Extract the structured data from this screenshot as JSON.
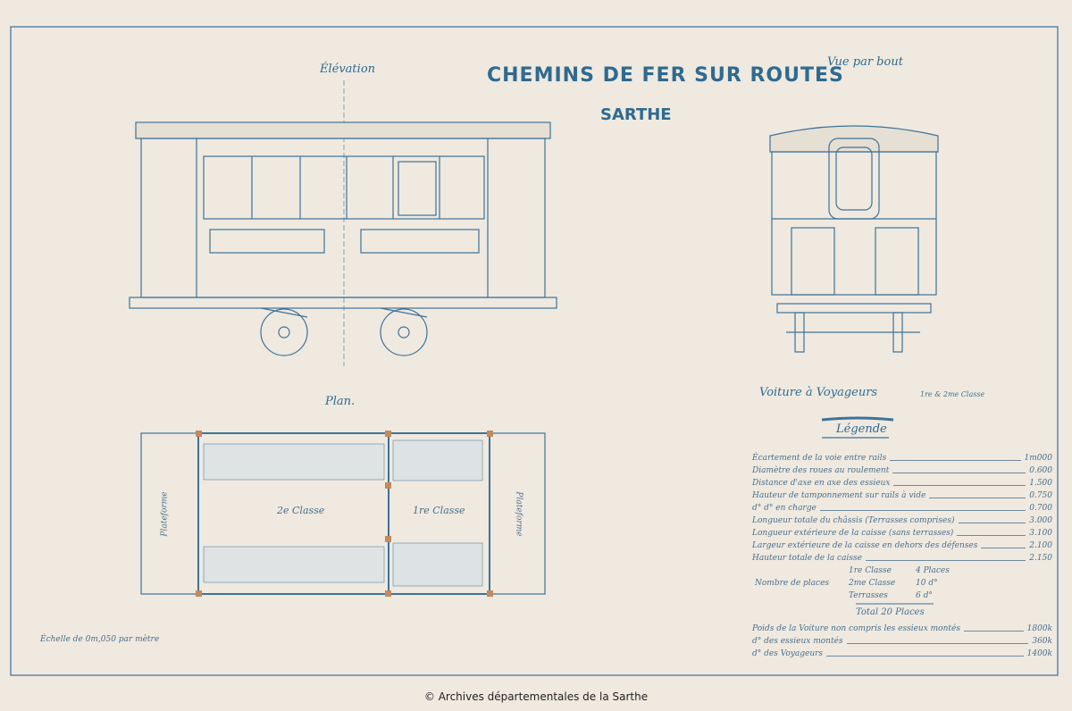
{
  "title": "CHEMINS DE FER SUR ROUTES",
  "subtitle": "SARTHE",
  "views": {
    "elevation": "Élévation",
    "end_view": "Vue par bout",
    "plan": "Plan."
  },
  "plan_labels": {
    "second_class": "2e Classe",
    "first_class": "1re Classe",
    "platform_left": "Plateforme",
    "platform_right": "Plateforme"
  },
  "scale_note": "Échelle de 0m,050 par mètre",
  "legend": {
    "car_title": "Voiture à Voyageurs",
    "car_class": "1re & 2me Classe",
    "heading": "Légende",
    "rows": [
      {
        "label": "Écartement de la voie entre rails",
        "value": "1m000"
      },
      {
        "label": "Diamètre des roues au roulement",
        "value": "0.600"
      },
      {
        "label": "Distance d'axe en axe des essieux",
        "value": "1.500"
      },
      {
        "label": "Hauteur de tamponnement sur rails à vide",
        "value": "0.750"
      },
      {
        "label": "d° d° en charge",
        "value": "0.700"
      },
      {
        "label": "Longueur totale du châssis (Terrasses comprises)",
        "value": "3.000"
      },
      {
        "label": "Longueur extérieure de la caisse (sans terrasses)",
        "value": "3.100"
      },
      {
        "label": "Largeur extérieure de la caisse en dehors des défenses",
        "value": "2.100"
      },
      {
        "label": "Hauteur totale de la caisse",
        "value": "2.150"
      }
    ],
    "places_label": "Nombre de places",
    "places": [
      {
        "label": "1re Classe",
        "value": "4 Places"
      },
      {
        "label": "2me Classe",
        "value": "10 d°"
      },
      {
        "label": "Terrasses",
        "value": "6 d°"
      }
    ],
    "total": "Total 20 Places",
    "weights": [
      {
        "label": "Poids de la Voiture non compris les essieux montés",
        "value": "1800k"
      },
      {
        "label": "d° des essieux montés",
        "value": "360k"
      },
      {
        "label": "d° des Voyageurs",
        "value": "1400k"
      }
    ]
  },
  "credit": "© Archives départementales de la Sarthe"
}
